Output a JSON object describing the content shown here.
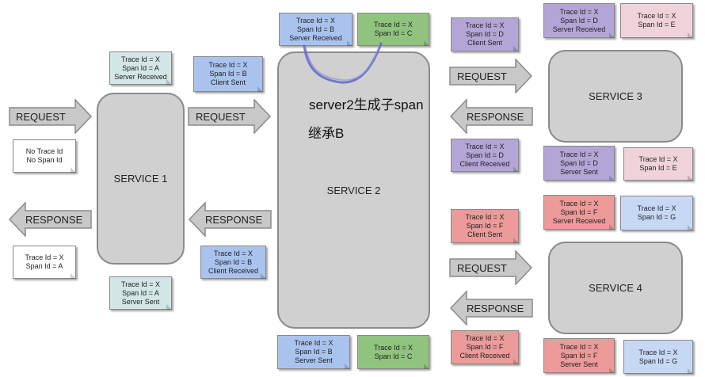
{
  "colors": {
    "white": "#ffffff",
    "teal": "#d3e6e6",
    "blue": "#a9c3ee",
    "green": "#90c47e",
    "purple": "#b3a6d6",
    "pink": "#f0d3da",
    "red": "#ec9a9a",
    "lightblue": "#c7d8f5",
    "service_fill": "#d0d0d0",
    "arrow_fill": "#c8c8c8"
  },
  "services": {
    "s1": "SERVICE 1",
    "s2": "SERVICE 2",
    "s3": "SERVICE 3",
    "s4": "SERVICE 4"
  },
  "arrows": {
    "a1": "REQUEST",
    "a2": "RESPONSE",
    "a3": "REQUEST",
    "a4": "RESPONSE",
    "a5": "REQUEST",
    "a6": "RESPONSE",
    "a7": "REQUEST",
    "a8": "RESPONSE"
  },
  "notes": {
    "n1": {
      "lines": [
        "No Trace Id",
        "No Span Id"
      ]
    },
    "n2": {
      "lines": [
        "Trace Id = X",
        "Span Id = A"
      ]
    },
    "n3": {
      "lines": [
        "Trace Id = X",
        "Span Id = A",
        "Server Received"
      ]
    },
    "n4": {
      "lines": [
        "Trace Id = X",
        "Span Id = A",
        "Server Sent"
      ]
    },
    "n5": {
      "lines": [
        "Trace Id = X",
        "Span Id = B",
        "Client Sent"
      ]
    },
    "n6": {
      "lines": [
        "Trace Id = X",
        "Span Id = B",
        "Client Received"
      ]
    },
    "n7": {
      "lines": [
        "Trace Id = X",
        "Span Id = B",
        "Server Received"
      ]
    },
    "n8": {
      "lines": [
        "Trace Id = X",
        "Span Id = C"
      ]
    },
    "n9": {
      "lines": [
        "Trace Id = X",
        "Span Id = B",
        "Server Sent"
      ]
    },
    "n10": {
      "lines": [
        "Trace Id = X",
        "Span Id = C"
      ]
    },
    "n11": {
      "lines": [
        "Trace Id = X",
        "Span Id = D",
        "Client Sent"
      ]
    },
    "n12": {
      "lines": [
        "Trace Id = X",
        "Span Id = D",
        "Client Received"
      ]
    },
    "n13": {
      "lines": [
        "Trace Id = X",
        "Span Id = D",
        "Server Received"
      ]
    },
    "n14": {
      "lines": [
        "Trace Id = X",
        "Span Id = E"
      ]
    },
    "n15": {
      "lines": [
        "Trace Id = X",
        "Span Id = D",
        "Server Sent"
      ]
    },
    "n16": {
      "lines": [
        "Trace Id = X",
        "Span Id = E"
      ]
    },
    "n17": {
      "lines": [
        "Trace Id = X",
        "Span Id = F",
        "Client Sent"
      ]
    },
    "n18": {
      "lines": [
        "Trace Id = X",
        "Span Id = F",
        "Client Received"
      ]
    },
    "n19": {
      "lines": [
        "Trace Id = X",
        "Span Id = F",
        "Server Received"
      ]
    },
    "n20": {
      "lines": [
        "Trace Id = X",
        "Span Id = G"
      ]
    },
    "n21": {
      "lines": [
        "Trace Id = X",
        "Span Id = F",
        "Server Sent"
      ]
    },
    "n22": {
      "lines": [
        "Trace Id = X",
        "Span Id = G"
      ]
    }
  },
  "annotation": {
    "line1": "server2生成子span",
    "line2": "继承B"
  }
}
